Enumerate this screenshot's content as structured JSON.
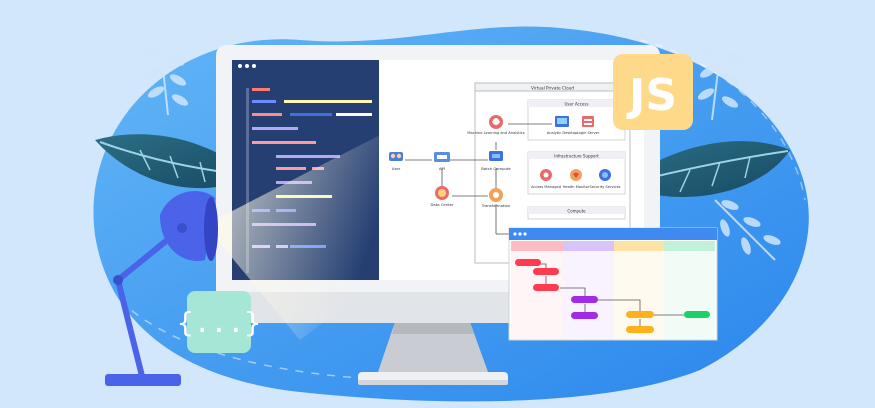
{
  "badges": {
    "js_label": "JS",
    "braces_label": "{...}"
  },
  "diagram": {
    "title": "Virtual Private Cloud",
    "nodes": {
      "user": "User",
      "api": "API",
      "data_center": "Data Center",
      "machine_learning": "Machine Learning and Analytics",
      "batch_compute": "Batch Compute",
      "transformation": "Transformation",
      "analytic_desktop": "Analytic Desktop",
      "login_server": "Login Server",
      "access_managed": "Access Managed",
      "health_monitor": "Health Monitor",
      "security_services": "Security Services"
    },
    "groups": {
      "user_access": "User Access",
      "infrastructure_support": "Infrastructure Support",
      "compute": "Compute"
    }
  },
  "colors": {
    "background": "#d2e7fb",
    "blob": "#3d9af0",
    "code_panel": "#253f73",
    "js_badge": "#ffd98a",
    "braces_badge": "#a5e6d7",
    "lamp": "#4a63e8"
  }
}
